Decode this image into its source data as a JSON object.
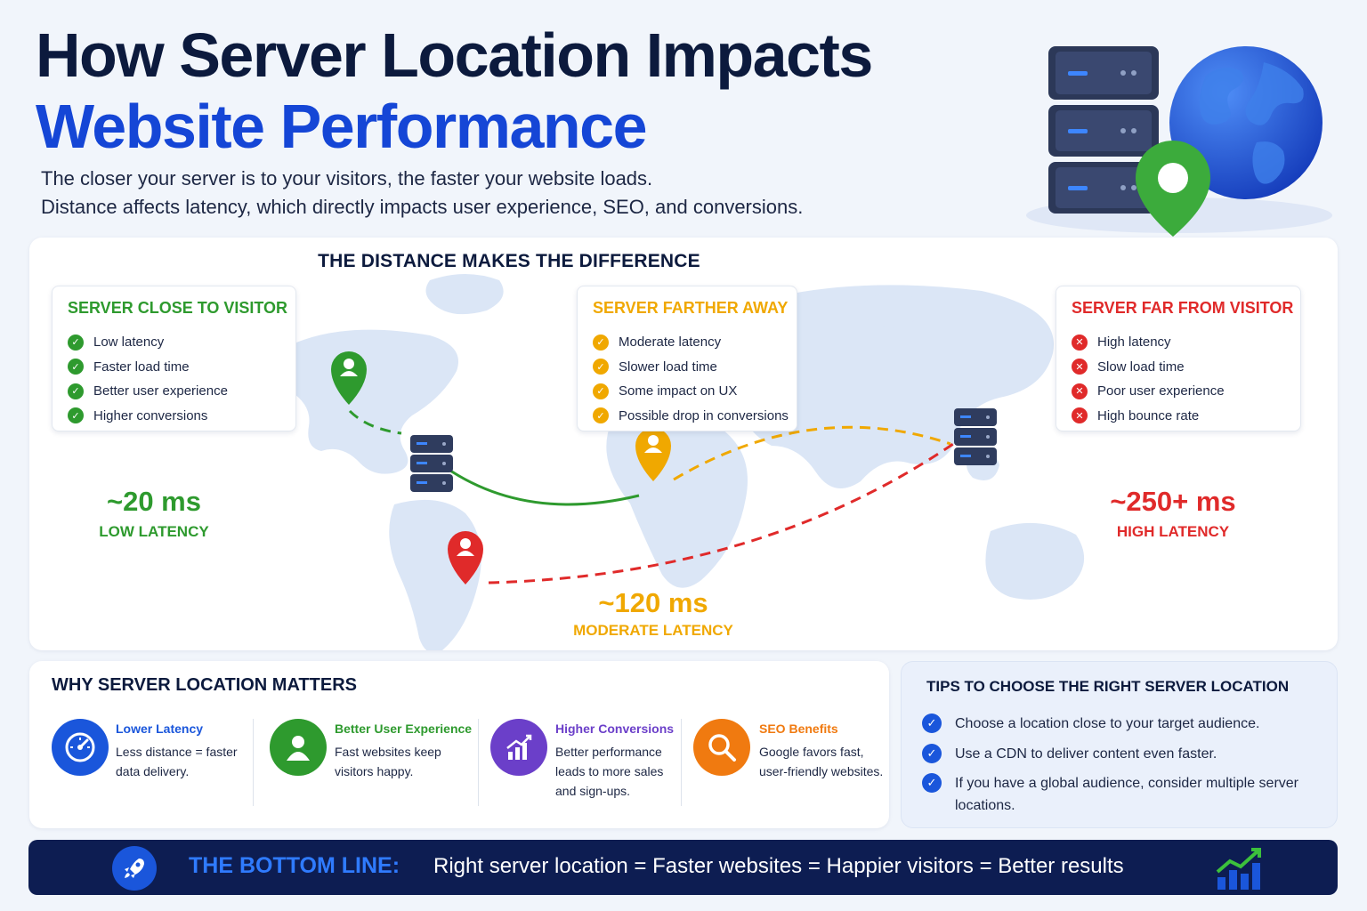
{
  "header": {
    "title_line1": "How Server Location Impacts",
    "title_line2": "Website Performance",
    "subtitle_line1": "The closer your server is to your visitors, the faster your website loads.",
    "subtitle_line2": "Distance affects latency, which directly impacts user experience, SEO, and conversions."
  },
  "map": {
    "title": "THE DISTANCE MAKES THE DIFFERENCE",
    "cards": [
      {
        "heading": "SERVER CLOSE TO VISITOR",
        "color": "#2e9a2e",
        "icon": "check-icon",
        "items": [
          "Low latency",
          "Faster load time",
          "Better user experience",
          "Higher conversions"
        ]
      },
      {
        "heading": "SERVER FARTHER AWAY",
        "color": "#f0a800",
        "icon": "check-icon",
        "items": [
          "Moderate latency",
          "Slower load time",
          "Some impact on UX",
          "Possible drop in conversions"
        ]
      },
      {
        "heading": "SERVER FAR FROM VISITOR",
        "color": "#e02a2a",
        "icon": "x-icon",
        "items": [
          "High latency",
          "Slow load time",
          "Poor user experience",
          "High bounce rate"
        ]
      }
    ],
    "latencies": {
      "low": {
        "value": "~20 ms",
        "label": "LOW LATENCY",
        "color": "#2e9a2e"
      },
      "moderate": {
        "value": "~120 ms",
        "label": "MODERATE LATENCY",
        "color": "#f0a800"
      },
      "high": {
        "value": "~250+ ms",
        "label": "HIGH LATENCY",
        "color": "#e02a2a"
      }
    }
  },
  "why": {
    "title": "WHY SERVER LOCATION MATTERS",
    "items": [
      {
        "title": "Lower Latency",
        "desc": "Less distance = faster data delivery.",
        "color": "#1a56db",
        "icon": "speedometer-icon"
      },
      {
        "title": "Better User Experience",
        "desc": "Fast websites keep visitors happy.",
        "color": "#2e9a2e",
        "icon": "user-icon"
      },
      {
        "title": "Higher Conversions",
        "desc": "Better performance leads to more sales and sign-ups.",
        "color": "#6b3fc9",
        "icon": "chart-up-icon"
      },
      {
        "title": "SEO Benefits",
        "desc": "Google favors fast, user-friendly websites.",
        "color": "#f07a10",
        "icon": "magnifier-icon"
      }
    ]
  },
  "tips": {
    "title": "TIPS TO CHOOSE THE RIGHT SERVER LOCATION",
    "items": [
      "Choose a location close to your target audience.",
      "Use a CDN to deliver content even faster.",
      "If you have a global audience, consider multiple server locations."
    ]
  },
  "bottom_line": {
    "label": "THE BOTTOM LINE:",
    "text": "Right server location = Faster websites = Happier visitors = Better results"
  }
}
